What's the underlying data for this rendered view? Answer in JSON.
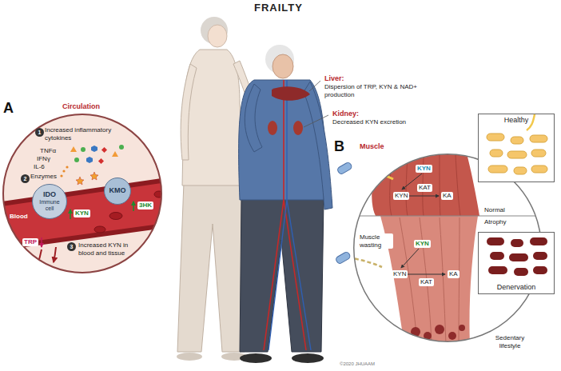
{
  "diagram": {
    "title": "FRAILTY",
    "nodes": [
      {
        "text": [
          "A",
          "Circulation",
          "Increased inflammatory cytokines",
          "TNFα",
          "IFNγ",
          "IL-6",
          "Enzymes",
          "Blood",
          "TRP",
          "KYN",
          "3HK",
          "Increased KYN in blood and tissue"
        ]
      },
      {
        "text": [
          "IDO",
          "Immune cell"
        ],
        "in": 0
      },
      {
        "text": [
          "KMO"
        ],
        "in": 0
      },
      {
        "text": [
          "B",
          "Muscle",
          "KYN",
          "KYN",
          "KAT",
          "KA",
          "Normal",
          "Atrophy",
          "Muscle wasting",
          "KYN",
          "KYN",
          "KAT",
          "KA",
          "Sedentary lifestyle"
        ]
      },
      {
        "text": [
          "Healthy"
        ]
      },
      {
        "text": [
          "Denervation"
        ]
      }
    ],
    "labels": [
      "Liver:",
      "Dispersion of TRP, KYN & NAD+ production",
      "Kidney:",
      "Decreased KYN excretion",
      "1",
      "2",
      "3",
      "©2020 JHUAAM"
    ]
  }
}
